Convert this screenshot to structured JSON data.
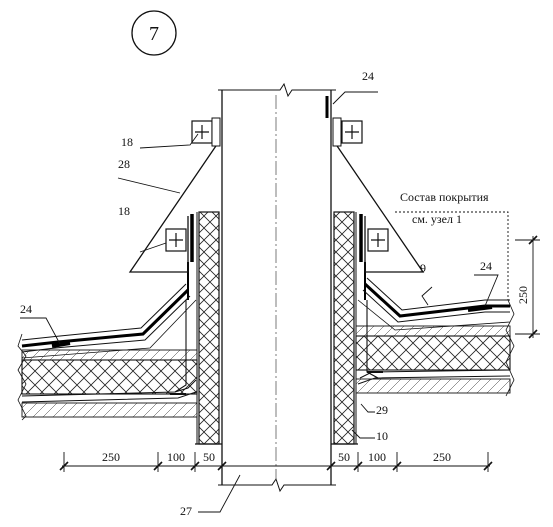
{
  "detail_number": "7",
  "callouts": {
    "c18_top": "18",
    "c18_mid": "18",
    "c28": "28",
    "c24_top": "24",
    "c24_left": "24",
    "c24_right": "24",
    "c9": "9",
    "c29": "29",
    "c10": "10",
    "c27": "27"
  },
  "note": {
    "line1": "Состав покрытия",
    "line2": "см. узел 1"
  },
  "dimensions": {
    "left_250": "250",
    "left_100": "100",
    "left_50": "50",
    "right_50": "50",
    "right_100": "100",
    "right_250": "250",
    "vertical_250": "250"
  }
}
